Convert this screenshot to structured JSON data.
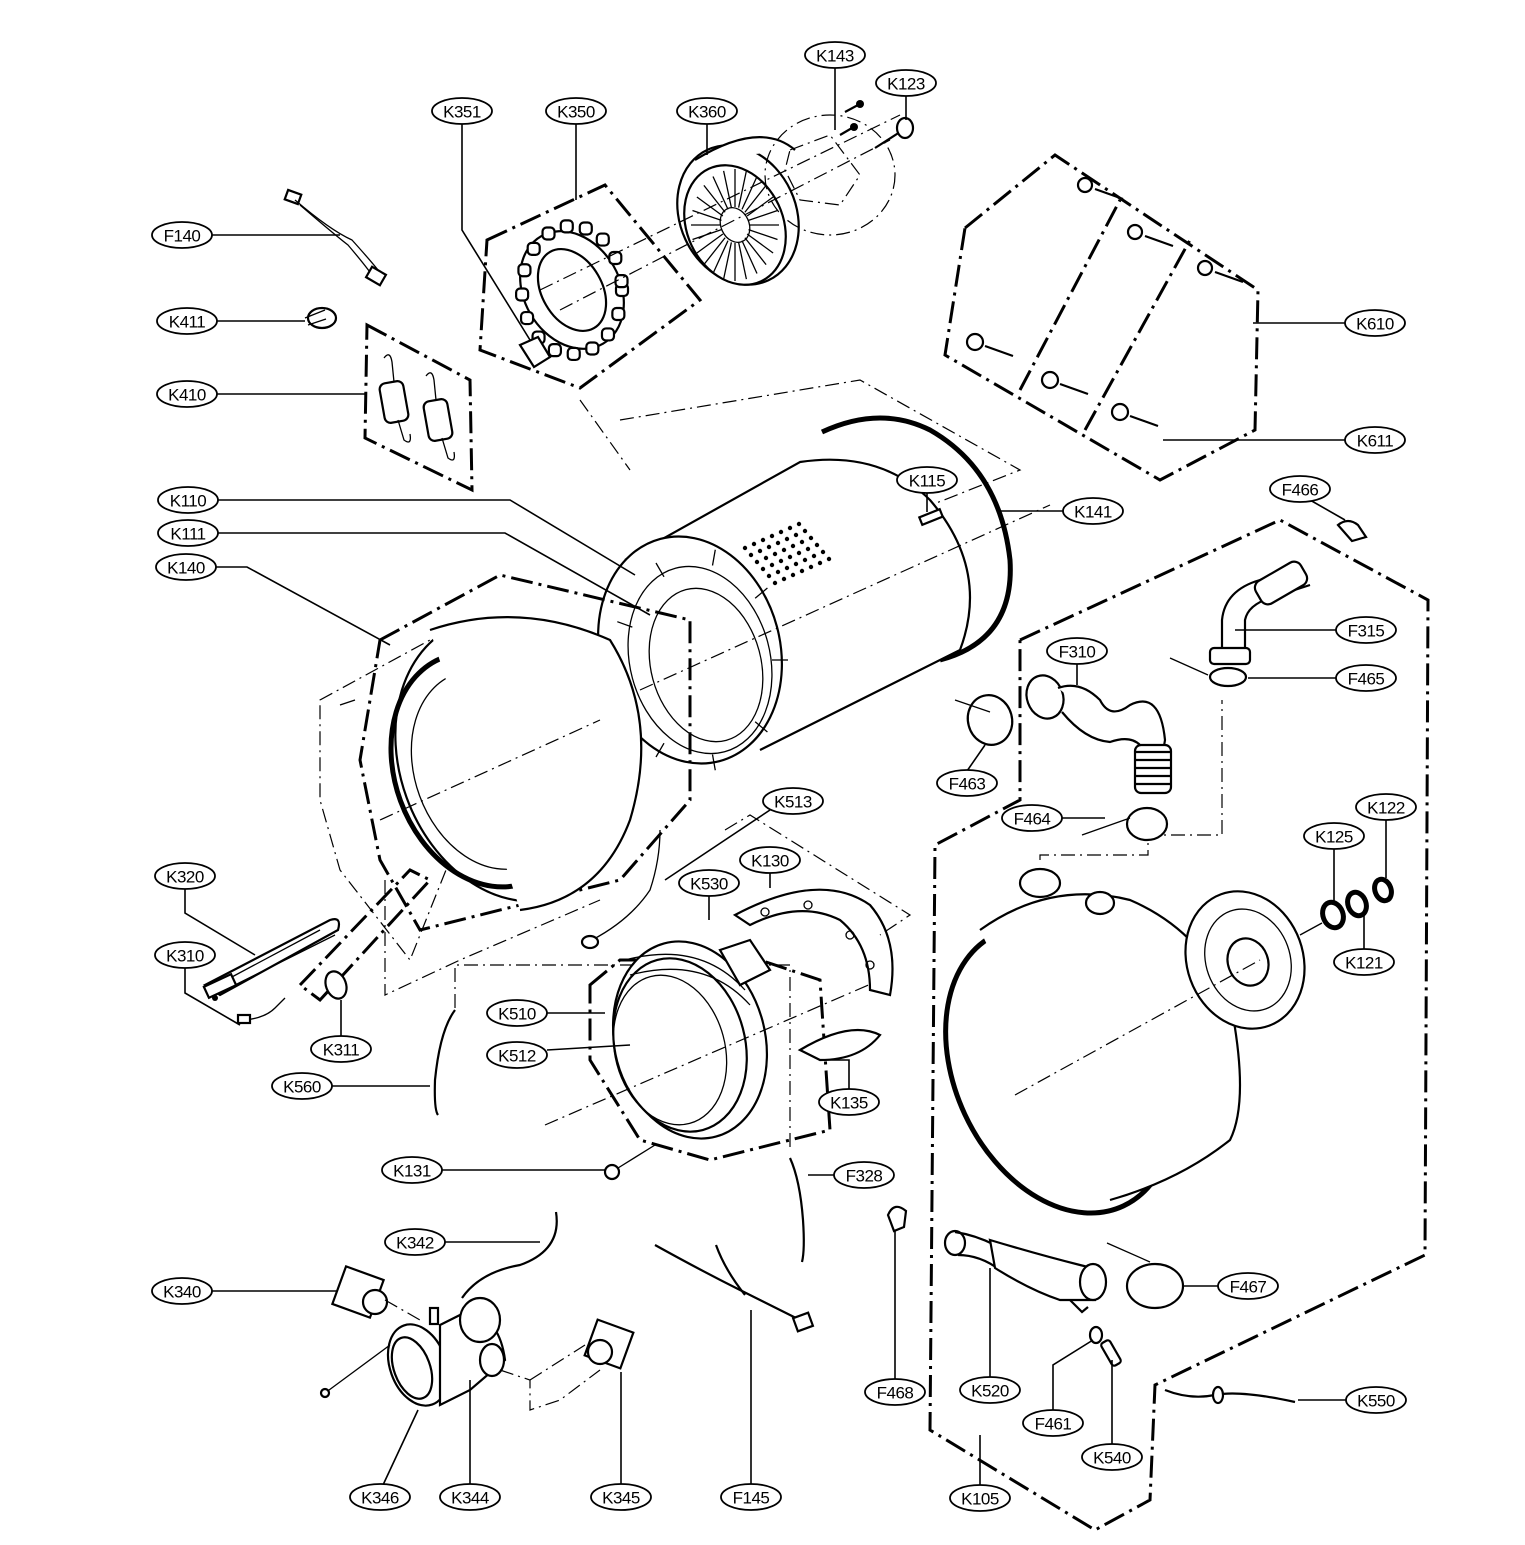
{
  "diagram": {
    "title": "Washer drum and tub assembly exploded parts diagram",
    "ink_color": "#000000",
    "background_color": "#ffffff",
    "callouts": [
      {
        "id": "K143",
        "label": "K143",
        "part": "screw"
      },
      {
        "id": "K123",
        "label": "K123",
        "part": "rotor bolt"
      },
      {
        "id": "K351",
        "label": "K351",
        "part": "stator bracket"
      },
      {
        "id": "K350",
        "label": "K350",
        "part": "stator assembly"
      },
      {
        "id": "K360",
        "label": "K360",
        "part": "rotor assembly"
      },
      {
        "id": "F140",
        "label": "F140",
        "part": "wire harness"
      },
      {
        "id": "K411",
        "label": "K411",
        "part": "spring clip"
      },
      {
        "id": "K410",
        "label": "K410",
        "part": "tub springs"
      },
      {
        "id": "K610",
        "label": "K610",
        "part": "shock absorbers"
      },
      {
        "id": "K611",
        "label": "K611",
        "part": "damper pin"
      },
      {
        "id": "K110",
        "label": "K110",
        "part": "drum assembly"
      },
      {
        "id": "K111",
        "label": "K111",
        "part": "lifter"
      },
      {
        "id": "K115",
        "label": "K115",
        "part": "drum shaft"
      },
      {
        "id": "K141",
        "label": "K141",
        "part": "tub gasket"
      },
      {
        "id": "K140",
        "label": "K140",
        "part": "front tub"
      },
      {
        "id": "F466",
        "label": "F466",
        "part": "clamp"
      },
      {
        "id": "F315",
        "label": "F315",
        "part": "vent hose"
      },
      {
        "id": "F310",
        "label": "F310",
        "part": "drain bellows"
      },
      {
        "id": "F465",
        "label": "F465",
        "part": "hose clamp"
      },
      {
        "id": "F463",
        "label": "F463",
        "part": "clamp"
      },
      {
        "id": "F464",
        "label": "F464",
        "part": "clamp"
      },
      {
        "id": "K513",
        "label": "K513",
        "part": "ground wire"
      },
      {
        "id": "K130",
        "label": "K130",
        "part": "counterweight"
      },
      {
        "id": "K530",
        "label": "K530",
        "part": "balance weight"
      },
      {
        "id": "K125",
        "label": "K125",
        "part": "bearing"
      },
      {
        "id": "K122",
        "label": "K122",
        "part": "bearing"
      },
      {
        "id": "K121",
        "label": "K121",
        "part": "seal"
      },
      {
        "id": "K320",
        "label": "K320",
        "part": "heater"
      },
      {
        "id": "K310",
        "label": "K310",
        "part": "heater assembly"
      },
      {
        "id": "K311",
        "label": "K311",
        "part": "heater gasket"
      },
      {
        "id": "K510",
        "label": "K510",
        "part": "door gasket"
      },
      {
        "id": "K512",
        "label": "K512",
        "part": "gasket clamp"
      },
      {
        "id": "K560",
        "label": "K560",
        "part": "hose"
      },
      {
        "id": "K135",
        "label": "K135",
        "part": "weight"
      },
      {
        "id": "K131",
        "label": "K131",
        "part": "bolt"
      },
      {
        "id": "F328",
        "label": "F328",
        "part": "hose"
      },
      {
        "id": "K342",
        "label": "K342",
        "part": "drain hose"
      },
      {
        "id": "K340",
        "label": "K340",
        "part": "pump motor"
      },
      {
        "id": "K346",
        "label": "K346",
        "part": "filter cap"
      },
      {
        "id": "K344",
        "label": "K344",
        "part": "pump housing"
      },
      {
        "id": "K345",
        "label": "K345",
        "part": "pump motor"
      },
      {
        "id": "F145",
        "label": "F145",
        "part": "harness"
      },
      {
        "id": "F468",
        "label": "F468",
        "part": "clamp"
      },
      {
        "id": "K520",
        "label": "K520",
        "part": "tub-to-pump hose"
      },
      {
        "id": "F467",
        "label": "F467",
        "part": "clamp"
      },
      {
        "id": "F461",
        "label": "F461",
        "part": "clip"
      },
      {
        "id": "K540",
        "label": "K540",
        "part": "connector"
      },
      {
        "id": "K550",
        "label": "K550",
        "part": "sensor hose"
      },
      {
        "id": "K105",
        "label": "K105",
        "part": "tub assembly"
      }
    ]
  }
}
